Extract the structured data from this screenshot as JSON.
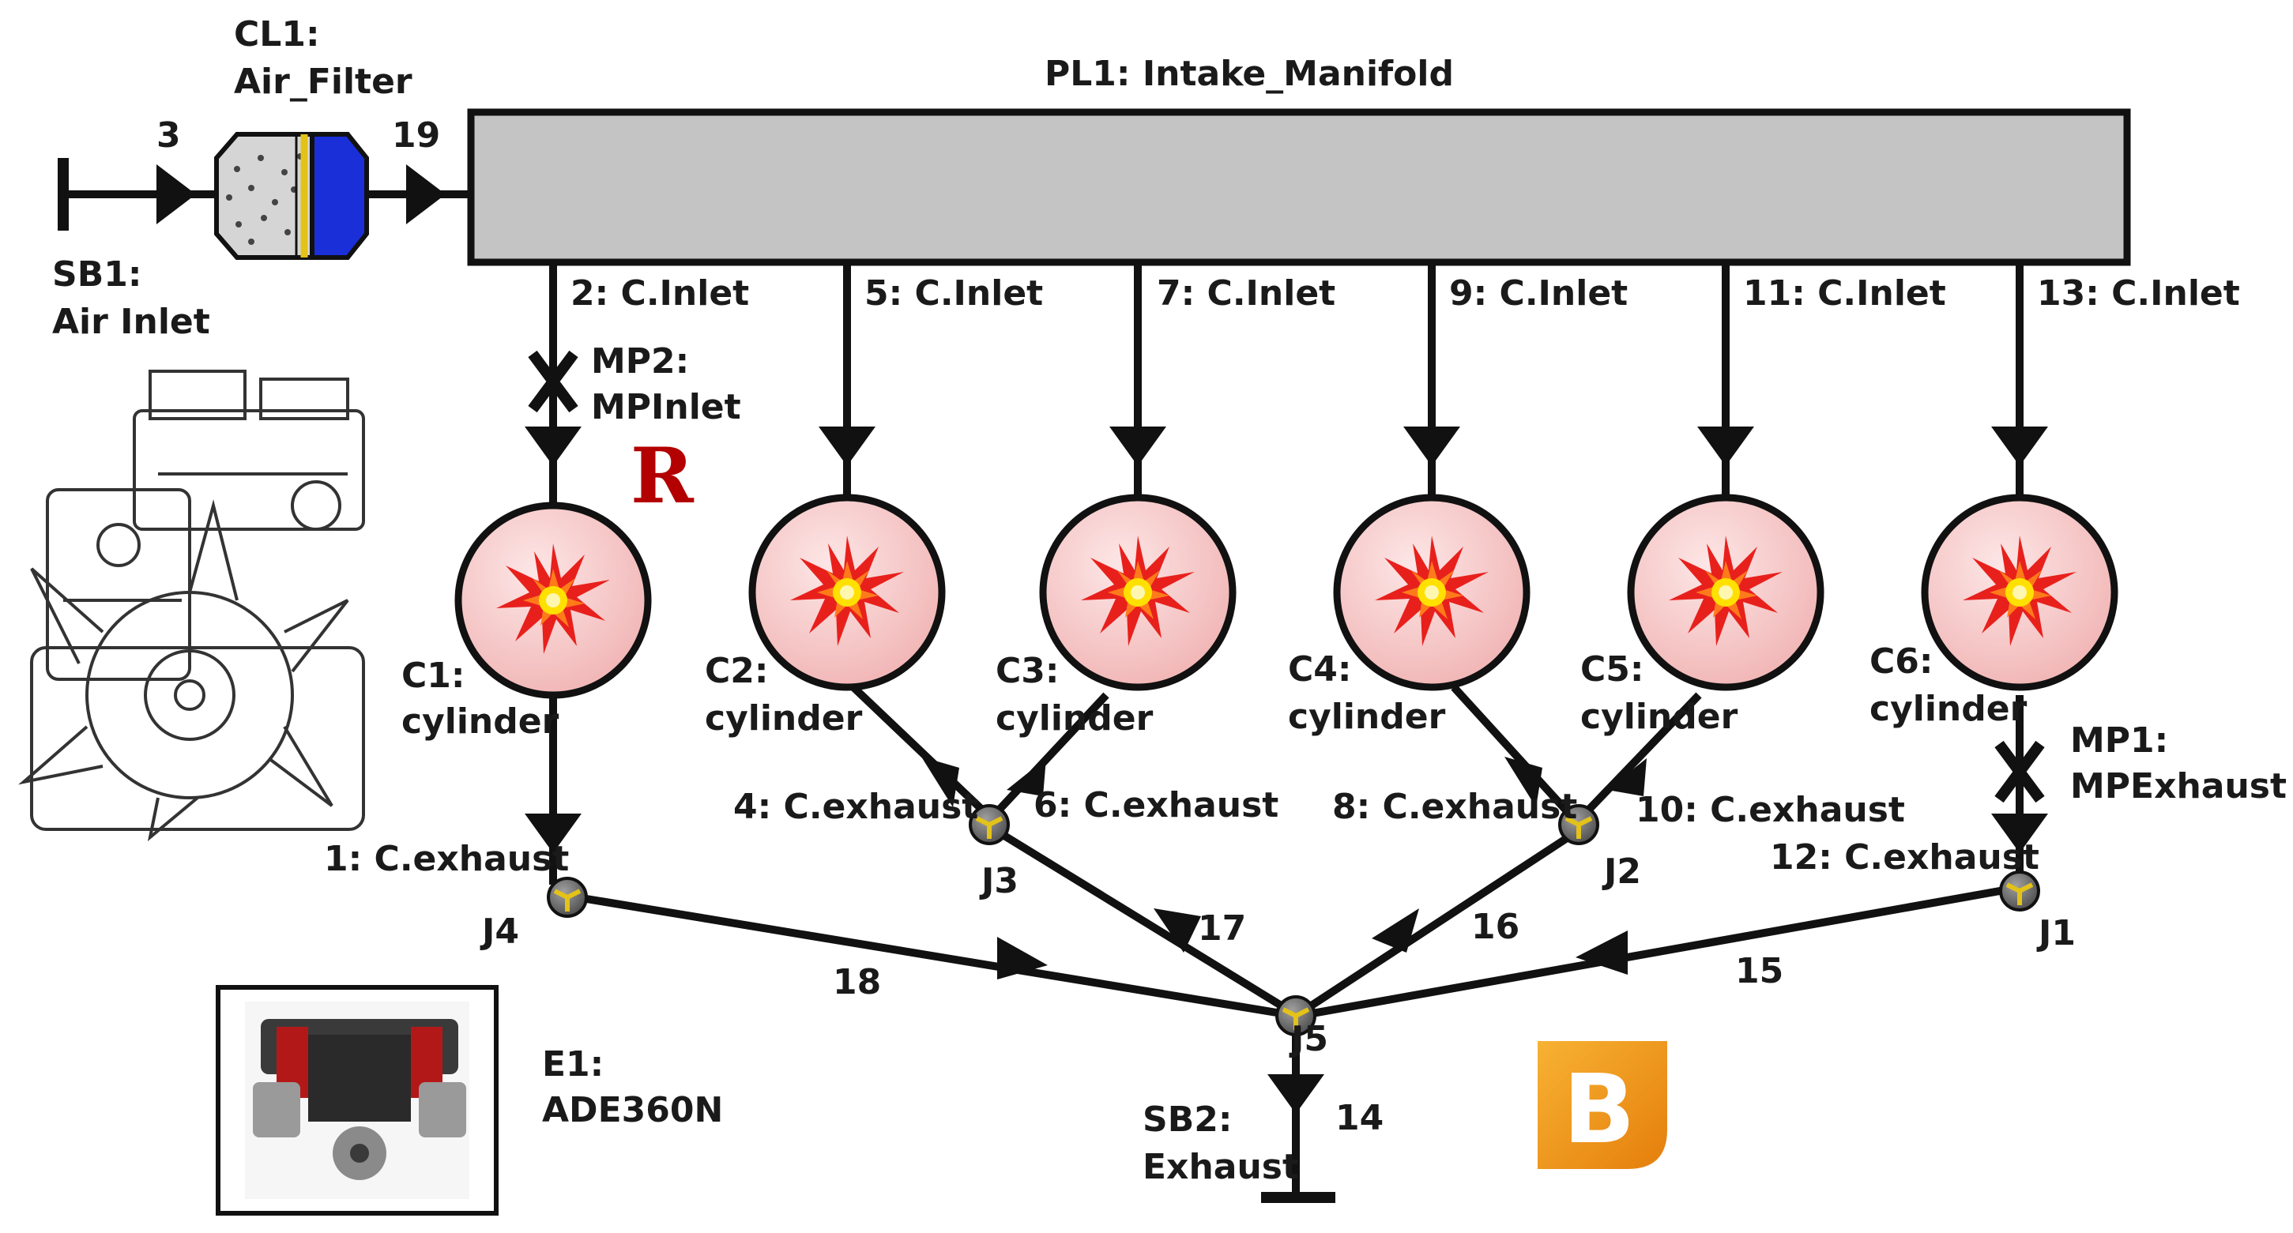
{
  "components": {
    "cl1": "CL1:",
    "cl1_name": "Air_Filter",
    "pl1": "PL1: Intake_Manifold",
    "sb1": "SB1:",
    "sb1_name": "Air Inlet",
    "mp2": "MP2:",
    "mp2_name": "MPInlet",
    "mp1": "MP1:",
    "mp1_name": "MPExhaust",
    "e1": "E1:",
    "e1_name": "ADE360N",
    "sb2": "SB2:",
    "sb2_name": "Exhaust"
  },
  "flow_labels": {
    "f3": "3",
    "f19": "19",
    "f18": "18",
    "f17": "17",
    "f16": "16",
    "f15": "15",
    "f14": "14"
  },
  "inlets": [
    "2: C.Inlet",
    "5: C.Inlet",
    "7: C.Inlet",
    "9: C.Inlet",
    "11: C.Inlet",
    "13: C.Inlet"
  ],
  "cylinders": [
    {
      "id": "C1:",
      "name": "cylinder"
    },
    {
      "id": "C2:",
      "name": "cylinder"
    },
    {
      "id": "C3:",
      "name": "cylinder"
    },
    {
      "id": "C4:",
      "name": "cylinder"
    },
    {
      "id": "C5:",
      "name": "cylinder"
    },
    {
      "id": "C6:",
      "name": "cylinder"
    }
  ],
  "exhausts": [
    "1: C.exhaust",
    "4: C.exhaust",
    "6: C.exhaust",
    "8: C.exhaust",
    "10: C.exhaust",
    "12: C.exhaust"
  ],
  "junctions": [
    "J1",
    "J2",
    "J3",
    "J4",
    "J5"
  ],
  "logos": {
    "r": "R",
    "b": "B"
  },
  "colors": {
    "line": "#111111",
    "manifold": "#c4c4c4",
    "cylinder_fill": "#f8cccc",
    "burst_red": "#e8201c",
    "burst_yellow": "#ffe000",
    "filter_blue": "#1a2fd8",
    "filter_gray": "#d5d5d5",
    "junction": "#6d6d6d",
    "junction_mark": "#e3c21a",
    "logo_r": "#b30000",
    "logo_b": "#f39a1a"
  }
}
